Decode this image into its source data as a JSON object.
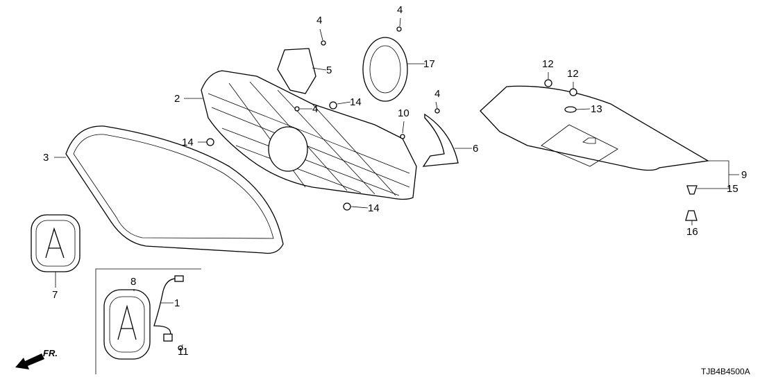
{
  "diagram": {
    "callouts": [
      {
        "id": "c4a",
        "text": "4"
      },
      {
        "id": "c4b",
        "text": "4"
      },
      {
        "id": "c4c",
        "text": "4"
      },
      {
        "id": "c4d",
        "text": "4"
      },
      {
        "id": "c5",
        "text": "5"
      },
      {
        "id": "c17",
        "text": "17"
      },
      {
        "id": "c2",
        "text": "2"
      },
      {
        "id": "c14a",
        "text": "14"
      },
      {
        "id": "c14b",
        "text": "14"
      },
      {
        "id": "c14c",
        "text": "14"
      },
      {
        "id": "c10",
        "text": "10"
      },
      {
        "id": "c6",
        "text": "6"
      },
      {
        "id": "c3",
        "text": "3"
      },
      {
        "id": "c12a",
        "text": "12"
      },
      {
        "id": "c12b",
        "text": "12"
      },
      {
        "id": "c13",
        "text": "13"
      },
      {
        "id": "c9",
        "text": "9"
      },
      {
        "id": "c15",
        "text": "15"
      },
      {
        "id": "c16",
        "text": "16"
      },
      {
        "id": "c7",
        "text": "7"
      },
      {
        "id": "c8",
        "text": "8"
      },
      {
        "id": "c1",
        "text": "1"
      },
      {
        "id": "c11",
        "text": "11"
      }
    ],
    "direction_label": "FR.",
    "drawing_code": "TJB4B4500A"
  }
}
